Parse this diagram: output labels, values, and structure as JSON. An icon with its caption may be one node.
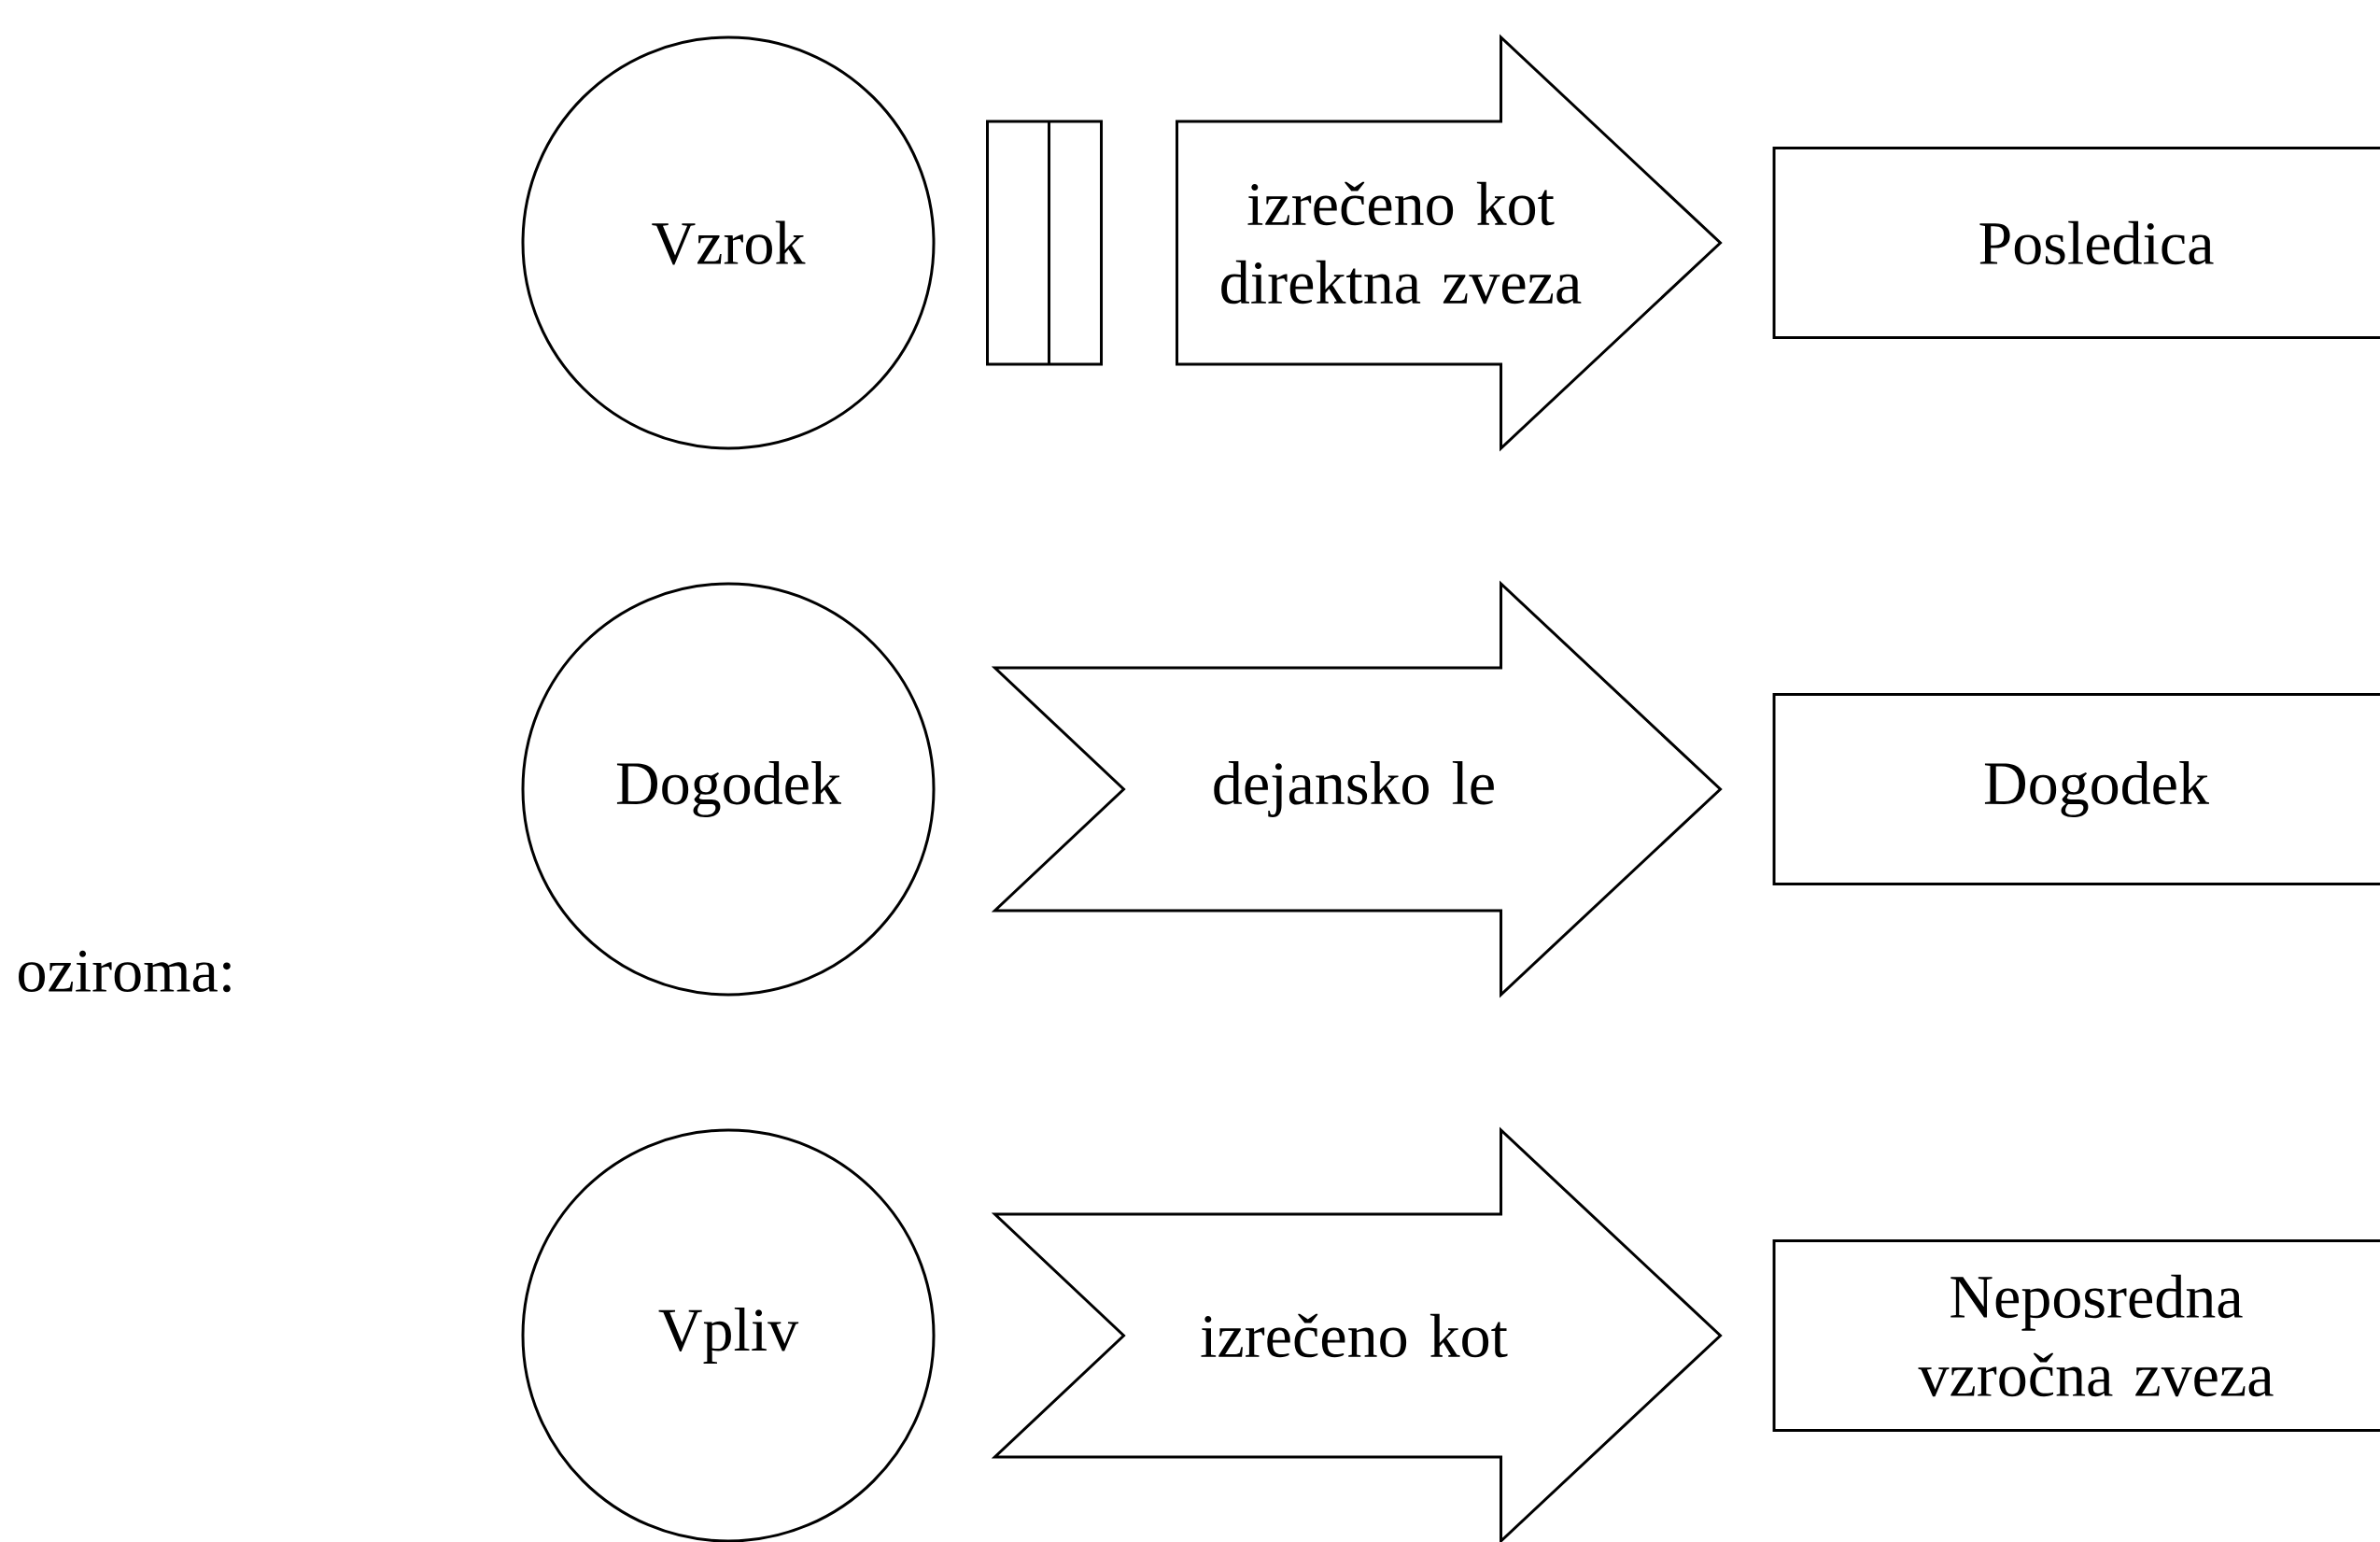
{
  "diagram": {
    "nodes": [
      {
        "text": [
          "Vzrok"
        ]
      },
      {
        "text": [
          "Posledica"
        ]
      },
      {
        "text": [
          "Dogodek"
        ]
      },
      {
        "text": [
          "Dogodek"
        ]
      },
      {
        "text": [
          "Vpliv"
        ]
      },
      {
        "text": [
          "Neposredna vzročna zveza"
        ]
      }
    ],
    "edges": [
      {
        "from": 0,
        "to": 1,
        "arrow": "to",
        "label": "izrečeno kot direktna zveza"
      },
      {
        "from": 2,
        "to": 3,
        "arrow": "to",
        "label": "dejansko le"
      },
      {
        "from": 4,
        "to": 5,
        "arrow": "to",
        "label": "izrečeno kot"
      }
    ],
    "labels": [
      "oziroma:"
    ]
  }
}
